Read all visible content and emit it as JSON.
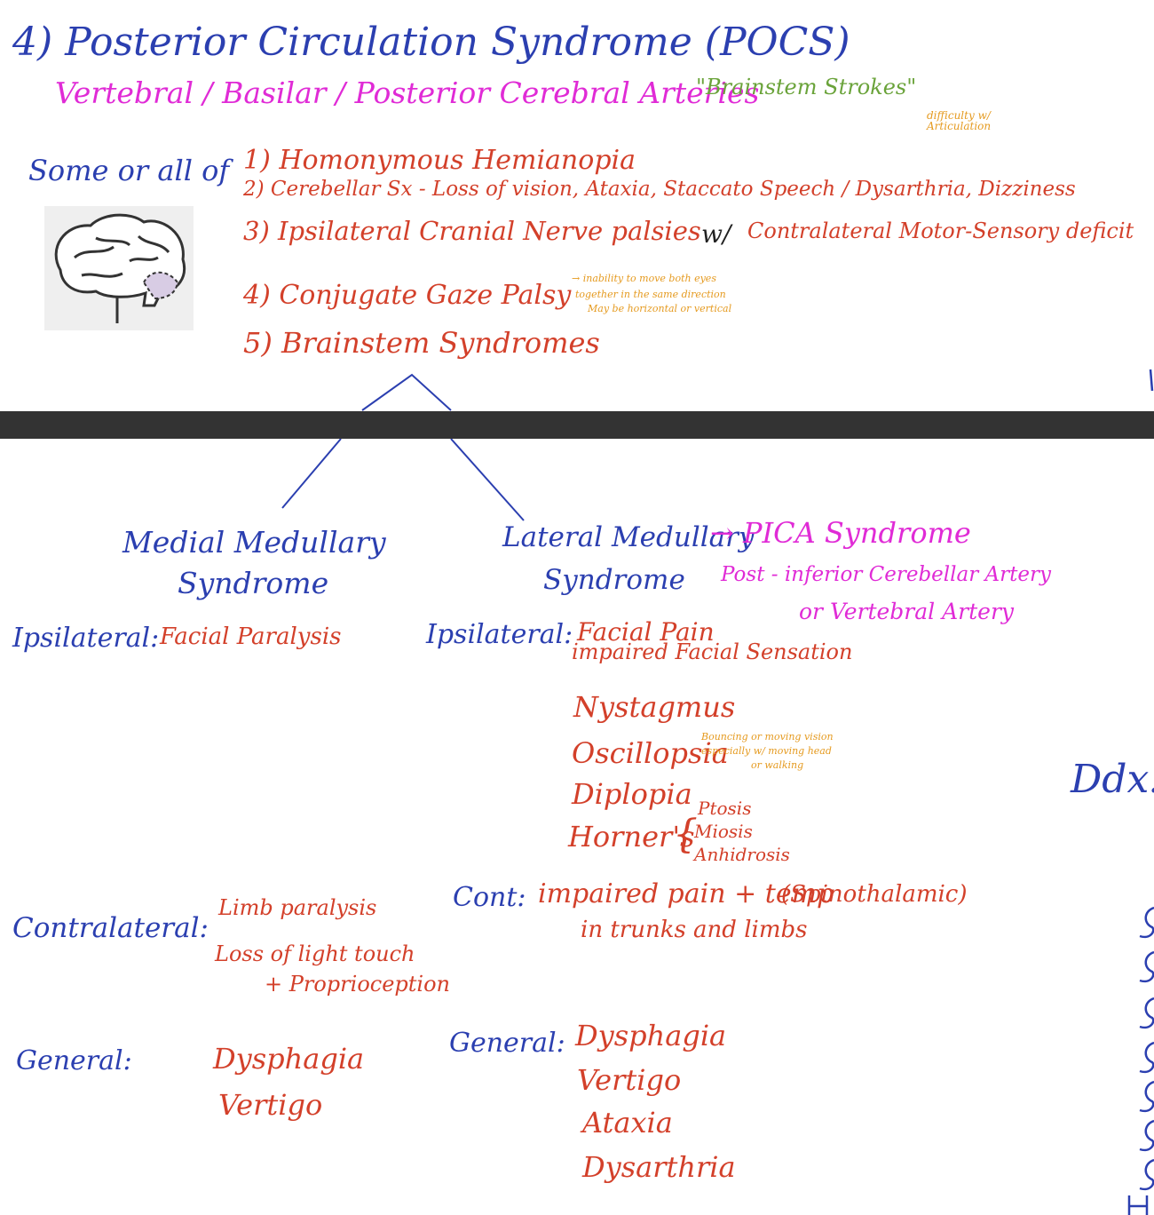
{
  "header": {
    "title": "4) Posterior Circulation Syndrome (POCS)",
    "subtitle": "Vertebral / Basilar / Posterior Cerebral Arteries",
    "nickname": "\"Brainstem Strokes\"",
    "articulation_note": "difficulty w/ Articulation"
  },
  "symptoms": {
    "lead": "Some or all of",
    "items": [
      "1) Homonymous Hemianopia",
      "2) Cerebellar Sx - Loss of vision, Ataxia, Staccato Speech / Dysarthria, Dizziness",
      "3) Ipsilateral Cranial Nerve palsies",
      "4) Conjugate Gaze Palsy",
      "5) Brainstem Syndromes"
    ],
    "with_symbol": "w/",
    "contralateral_deficit": "Contralateral Motor-Sensory deficit",
    "gaze_note": [
      "→ inability to move both eyes",
      "together in the same direction",
      "May be horizontal or vertical"
    ]
  },
  "medial": {
    "title_line1": "Medial Medullary",
    "title_line2": "Syndrome",
    "ipsi_label": "Ipsilateral:",
    "ipsi_value": "Facial Paralysis",
    "contra_label": "Contralateral:",
    "contra_values": [
      "Limb paralysis",
      "Loss of light touch",
      "+ Proprioception"
    ],
    "general_label": "General:",
    "general_values": [
      "Dysphagia",
      "Vertigo"
    ]
  },
  "lateral": {
    "title_line1": "Lateral Medullary",
    "title_line2": "Syndrome",
    "pica_line1": "→ PICA Syndrome",
    "pica_line2": "Post - inferior Cerebellar Artery",
    "pica_line3": "or Vertebral Artery",
    "ipsi_label": "Ipsilateral:",
    "ipsi_values": [
      "Facial Pain",
      "impaired Facial Sensation",
      "Nystagmus",
      "Oscillopsia",
      "Diplopia",
      "Horner's"
    ],
    "oscillopsia_note": [
      "Bouncing or moving vision",
      "especially w/ moving head",
      "or walking"
    ],
    "horner_items": [
      "Ptosis",
      "Miosis",
      "Anhidrosis"
    ],
    "cont_label": "Cont:",
    "cont_value_line1": "impaired pain + temp",
    "cont_value_line2": "in trunks and limbs",
    "cont_note": "(Spinothalamic)",
    "general_label": "General:",
    "general_values": [
      "Dysphagia",
      "Vertigo",
      "Ataxia",
      "Dysarthria"
    ]
  },
  "right_edge": {
    "ddx": "Ddx:"
  }
}
